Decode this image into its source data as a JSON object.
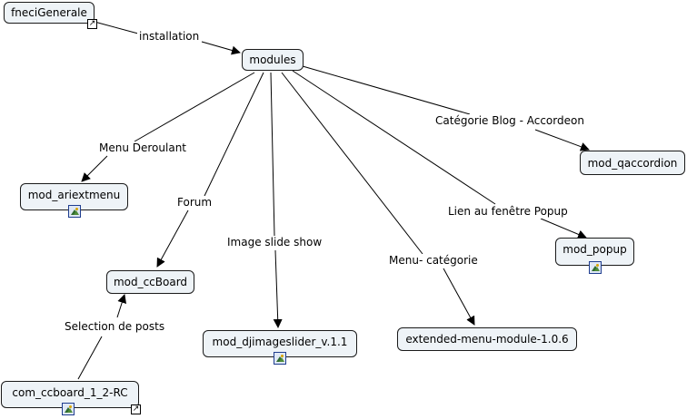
{
  "nodes": {
    "fneci": "fneciGenerale",
    "modules": "modules",
    "ariext": "mod_ariextmenu",
    "ccboard": "mod_ccBoard",
    "djimg": "mod_djimageslider_v.1.1",
    "extended": "extended-menu-module-1.0.6",
    "popup": "mod_popup",
    "qaccordion": "mod_qaccordion",
    "comcc": "com_ccboard_1_2-RC"
  },
  "labels": {
    "installation": "installation",
    "menu_deroulant": "Menu Deroulant",
    "forum": "Forum",
    "image_slide": "Image slide show",
    "menu_categorie": "Menu- catégorie",
    "lien_popup": "Lien au fenêtre Popup",
    "cat_blog": "Catégorie Blog - Accordeon",
    "selection_posts": "Selection de posts"
  },
  "icons": {
    "image_attachment": "image-icon",
    "link_shortcut": "link-arrow-icon"
  }
}
